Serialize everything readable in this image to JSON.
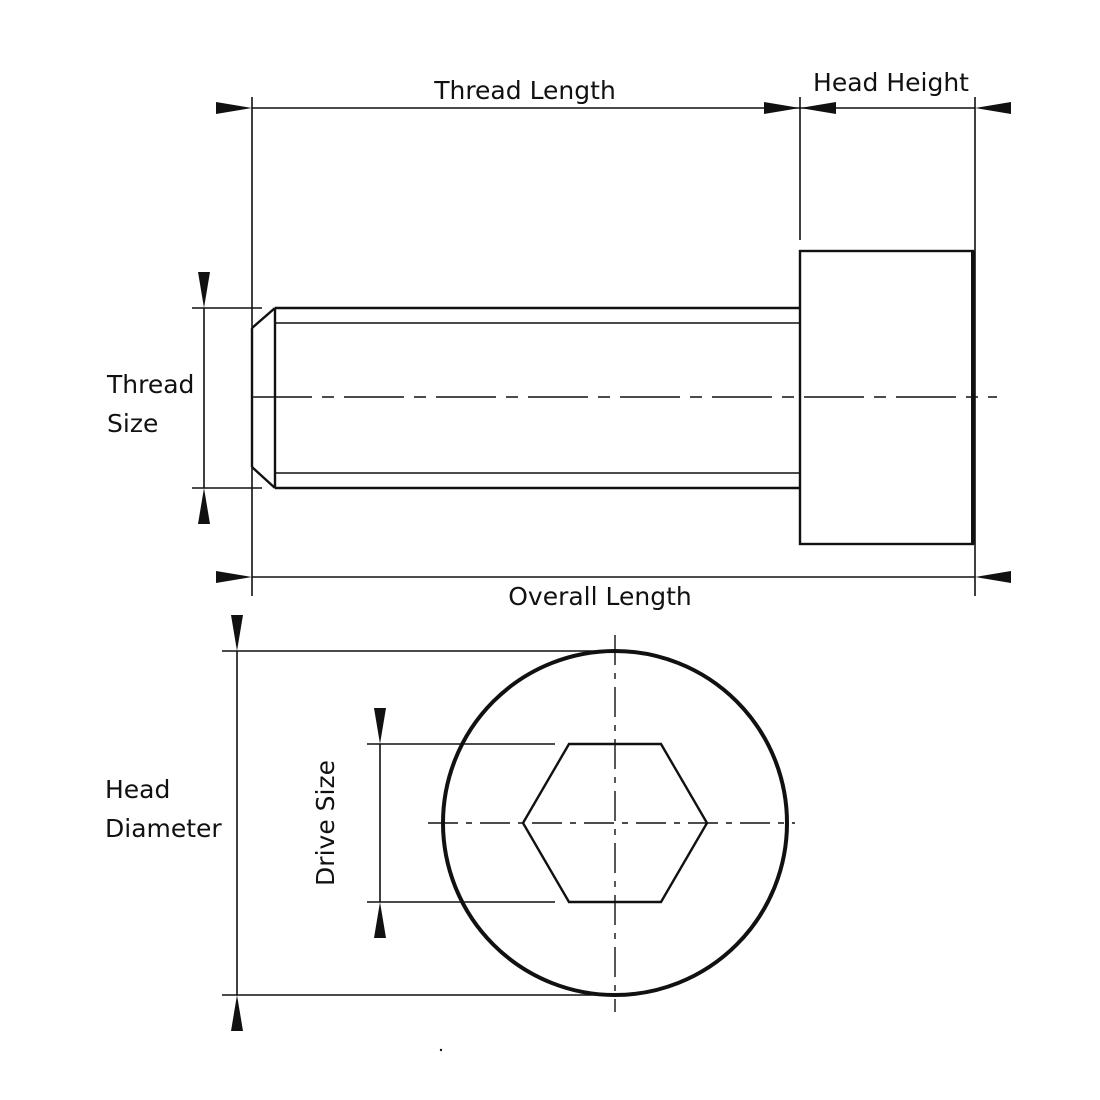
{
  "title": "Socket Head Cap Screw Dimensions",
  "labels": {
    "thread_length": "Thread Length",
    "head_height": "Head Height",
    "thread_size_line1": "Thread",
    "thread_size_line2": "Size",
    "overall_length": "Overall Length",
    "head_diameter_line1": "Head",
    "head_diameter_line2": "Diameter",
    "drive_size": "Drive Size"
  },
  "colors": {
    "line": "#111111",
    "background": "#ffffff"
  }
}
